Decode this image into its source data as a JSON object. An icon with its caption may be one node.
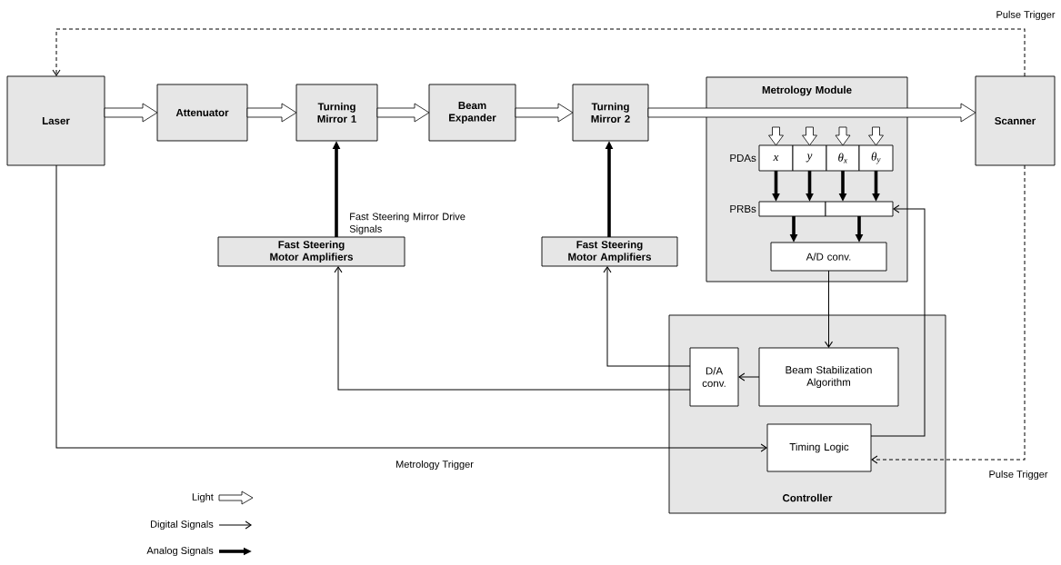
{
  "diagram": {
    "nodes": [
      {
        "text": [
          "Laser"
        ]
      },
      {
        "text": [
          "Attenuator"
        ]
      },
      {
        "text": [
          "Turning Mirror 1"
        ]
      },
      {
        "text": [
          "Beam Expander"
        ]
      },
      {
        "text": [
          "Turning Mirror 2"
        ]
      },
      {
        "text": [
          "Metrology Module"
        ]
      },
      {
        "text": [
          "Scanner"
        ]
      },
      {
        "text": [
          "Fast Steering Motor Amplifiers"
        ]
      },
      {
        "text": [
          "Fast Steering Motor Amplifiers"
        ]
      },
      {
        "text": [
          "x"
        ],
        "in": 5
      },
      {
        "text": [
          "y"
        ],
        "in": 5
      },
      {
        "text": [
          "θ$_{x}$"
        ],
        "in": 5
      },
      {
        "text": [
          "θ$_{y}$"
        ],
        "in": 5
      },
      {
        "text": [],
        "shape": "box",
        "in": 5
      },
      {
        "text": [],
        "shape": "box",
        "in": 5
      },
      {
        "text": [
          "A/D conv."
        ],
        "in": 5
      },
      {
        "text": [
          "Controller"
        ]
      },
      {
        "text": [
          "D/A conv."
        ],
        "in": 16
      },
      {
        "text": [
          "Beam Stabilization Algorithm"
        ],
        "in": 16
      },
      {
        "text": [
          "Timing Logic"
        ],
        "in": 16
      }
    ],
    "edges": [
      {
        "from": 0,
        "to": 1,
        "arrow": "to"
      },
      {
        "from": 1,
        "to": 2,
        "arrow": "to"
      },
      {
        "from": 2,
        "to": 3,
        "arrow": "to"
      },
      {
        "from": 3,
        "to": 4,
        "arrow": "to"
      },
      {
        "from": 4,
        "to": 6,
        "arrow": "to"
      },
      {
        "from": null,
        "to": 9,
        "arrow": "to"
      },
      {
        "from": null,
        "to": 10,
        "arrow": "to"
      },
      {
        "from": null,
        "to": 11,
        "arrow": "to"
      },
      {
        "from": null,
        "to": 12,
        "arrow": "to"
      },
      {
        "from": 9,
        "to": 13,
        "arrow": "to",
        "style": "thick"
      },
      {
        "from": 10,
        "to": 13,
        "arrow": "to",
        "style": "thick"
      },
      {
        "from": 11,
        "to": 14,
        "arrow": "to",
        "style": "thick"
      },
      {
        "from": 12,
        "to": 14,
        "arrow": "to",
        "style": "thick"
      },
      {
        "from": 13,
        "to": 15,
        "arrow": "to",
        "style": "thick"
      },
      {
        "from": 14,
        "to": 15,
        "arrow": "to",
        "style": "thick"
      },
      {
        "from": 15,
        "to": 18,
        "arrow": "to"
      },
      {
        "from": 18,
        "to": 17,
        "arrow": "to"
      },
      {
        "from": 17,
        "to": 8,
        "arrow": "to"
      },
      {
        "from": 17,
        "to": 7,
        "arrow": "to"
      },
      {
        "from": 7,
        "to": 2,
        "arrow": "to",
        "style": "thick",
        "label": "Fast Steering Mirror Drive Signals"
      },
      {
        "from": 8,
        "to": 4,
        "arrow": "to",
        "style": "thick"
      },
      {
        "from": 0,
        "to": 19,
        "arrow": "to",
        "label": "Metrology Trigger"
      },
      {
        "from": 19,
        "to": 14,
        "arrow": "to"
      },
      {
        "from": 6,
        "to": 0,
        "arrow": "to",
        "style": "dashed",
        "label": "Pulse Trigger"
      },
      {
        "from": 6,
        "to": 19,
        "arrow": "to",
        "style": "dashed",
        "label": "Pulse Trigger"
      }
    ],
    "labels": [
      "PDAs",
      "PRBs"
    ],
    "legend": [
      {
        "text": "Light"
      },
      {
        "text": "Digital Signals"
      },
      {
        "text": "Analog Signals"
      }
    ]
  }
}
